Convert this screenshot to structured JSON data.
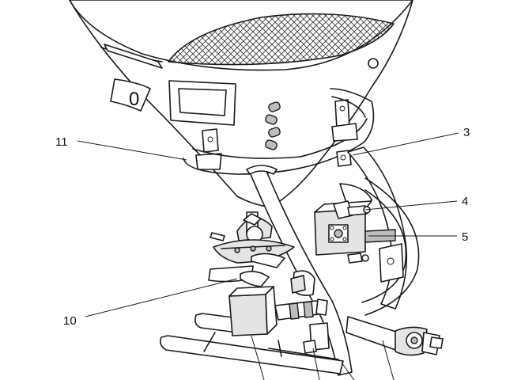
{
  "diagram": {
    "hopper_mark": "0",
    "callouts": [
      {
        "id": "11",
        "label": "11"
      },
      {
        "id": "3",
        "label": "3"
      },
      {
        "id": "4",
        "label": "4"
      },
      {
        "id": "5",
        "label": "5"
      },
      {
        "id": "10",
        "label": "10"
      }
    ]
  }
}
